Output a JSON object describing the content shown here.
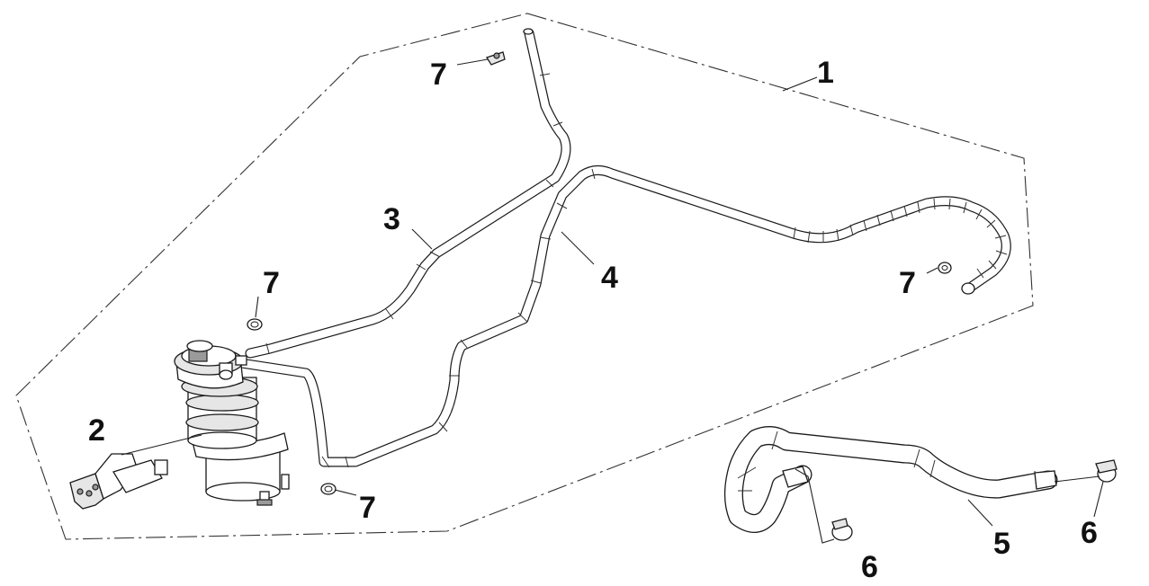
{
  "callouts": {
    "n1": "1",
    "n2": "2",
    "n3": "3",
    "n4": "4",
    "n5": "5",
    "n6_left": "6",
    "n6_right": "6",
    "n7_top": "7",
    "n7_canister": "7",
    "n7_bottom": "7",
    "n7_right": "7"
  }
}
